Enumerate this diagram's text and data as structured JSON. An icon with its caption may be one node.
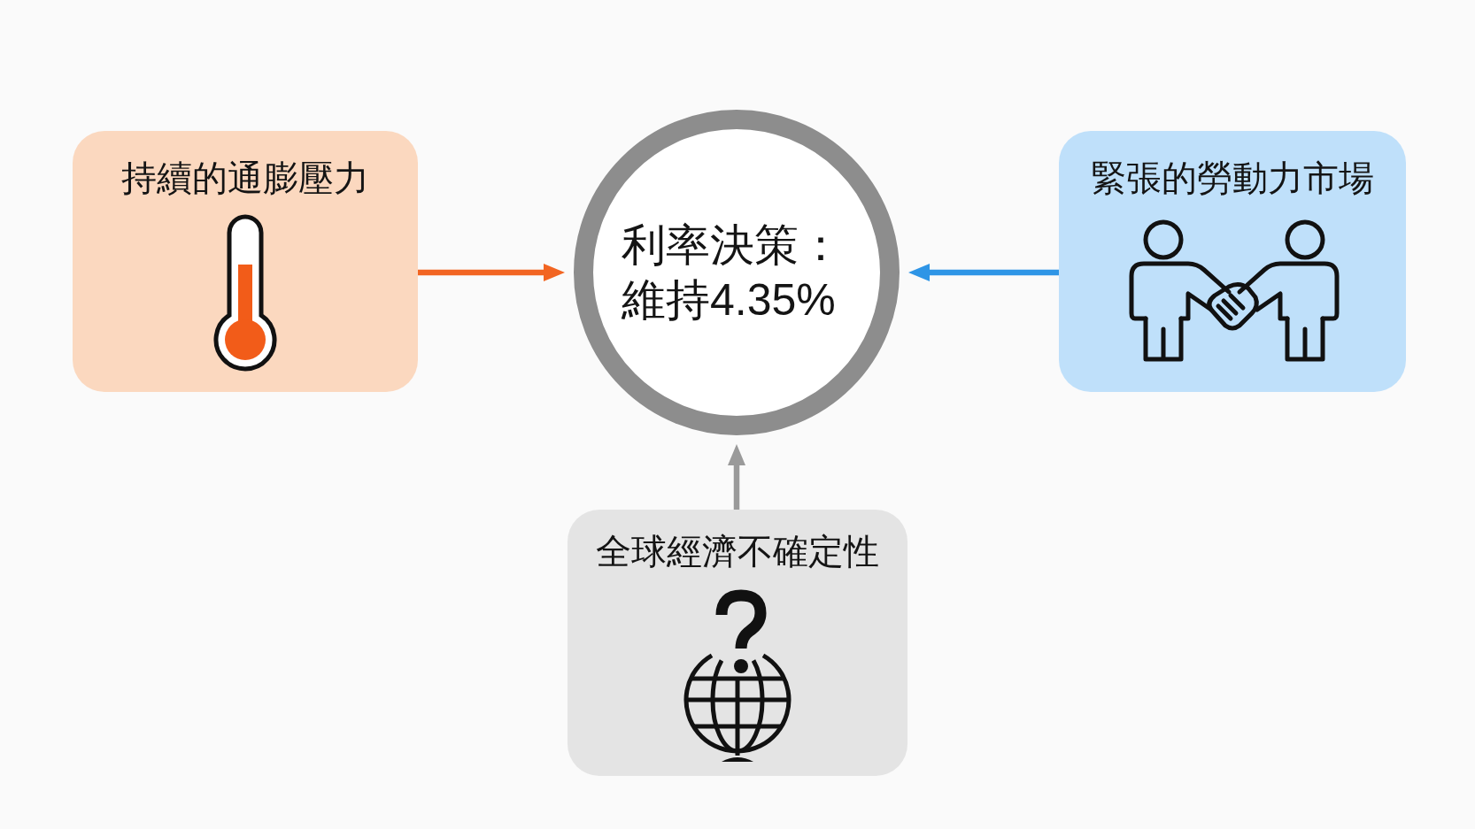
{
  "diagram": {
    "nodes": [
      {
        "text": [
          "持續的通膨壓力"
        ]
      },
      {
        "text": [
          "利率決策：維持4.35%"
        ]
      },
      {
        "text": [
          "緊張的勞動力市場"
        ]
      },
      {
        "text": [
          "全球經濟不確定性"
        ]
      }
    ],
    "edges": [
      {
        "from": 0,
        "to": 1,
        "arrow": "to",
        "color": "#f26522"
      },
      {
        "from": 2,
        "to": 1,
        "arrow": "to",
        "color": "#2e95e6"
      },
      {
        "from": 3,
        "to": 1,
        "arrow": "to",
        "color": "#9a9a9a"
      }
    ]
  }
}
